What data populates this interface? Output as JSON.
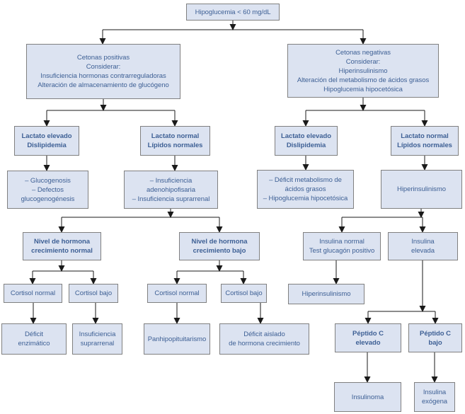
{
  "diagram": {
    "colors": {
      "box_fill": "#dce3f1",
      "box_border": "#808080",
      "text": "#3e6095",
      "line": "#1a1a1a",
      "background": "#ffffff"
    },
    "nodes": [
      {
        "id": "hipoglucemia",
        "label": "Hipoglucemia < 60 mg/dL",
        "bold": false
      },
      {
        "id": "cetonas-positivas",
        "label": "Cetonas positivas\nConsiderar:\nInsuficiencia hormonas contrarreguladoras\nAlteración de almacenamiento de glucógeno",
        "bold": false
      },
      {
        "id": "cetonas-negativas",
        "label": "Cetonas negativas\nConsiderar:\nHiperinsulinismo\nAlteración del metabolismo de ácidos grasos\nHipoglucemia hipocetósica",
        "bold": false
      },
      {
        "id": "lactato-elevado-izq",
        "label": "Lactato elevado\nDislipidemia",
        "bold": true
      },
      {
        "id": "lactato-normal-izq",
        "label": "Lactato normal\nLípidos normales",
        "bold": true
      },
      {
        "id": "lactato-elevado-der",
        "label": "Lactato elevado\nDislipidemia",
        "bold": true
      },
      {
        "id": "lactato-normal-der",
        "label": "Lactato normal\nLípidos normales",
        "bold": true
      },
      {
        "id": "glucogenosis",
        "label": "– Glucogenosis\n– Defectos\nglucogenogénesis",
        "bold": false
      },
      {
        "id": "insuf-adenohipofisaria",
        "label": "– Insuficiencia\nadenohipofisaria\n– Insuficiencia suprarrenal",
        "bold": false
      },
      {
        "id": "deficit-metabolismo",
        "label": "– Déficit metabolismo de\nácidos grasos\n– Hipoglucemia hipocetósica",
        "bold": false
      },
      {
        "id": "hiperinsulinismo-1",
        "label": "Hiperinsulinismo",
        "bold": false
      },
      {
        "id": "hormona-crecimiento-normal",
        "label": "Nivel de hormona\ncrecimiento normal",
        "bold": true
      },
      {
        "id": "hormona-crecimiento-bajo",
        "label": "Nivel de hormona\ncrecimiento bajo",
        "bold": true
      },
      {
        "id": "insulina-normal",
        "label": "Insulina normal\nTest glucagón positivo",
        "bold": false
      },
      {
        "id": "insulina-elevada",
        "label": "Insulina\nelevada",
        "bold": false
      },
      {
        "id": "cortisol-normal-1",
        "label": "Cortisol normal",
        "bold": false
      },
      {
        "id": "cortisol-bajo-1",
        "label": "Cortisol bajo",
        "bold": false
      },
      {
        "id": "cortisol-normal-2",
        "label": "Cortisol normal",
        "bold": false
      },
      {
        "id": "cortisol-bajo-2",
        "label": "Cortisol bajo",
        "bold": false
      },
      {
        "id": "hiperinsulinismo-2",
        "label": "Hiperinsulinismo",
        "bold": false
      },
      {
        "id": "deficit-enzimatico",
        "label": "Déficit\nenzimático",
        "bold": false
      },
      {
        "id": "insuf-suprarrenal",
        "label": "Insuficiencia\nsuprarrenal",
        "bold": false
      },
      {
        "id": "panhipopituitarismo",
        "label": "Panhipopituitarismo",
        "bold": false
      },
      {
        "id": "deficit-aislado",
        "label": "Déficit aislado\nde hormona crecimiento",
        "bold": false
      },
      {
        "id": "peptido-c-elevado",
        "label": "Péptido C\nelevado",
        "bold": true
      },
      {
        "id": "peptido-c-bajo",
        "label": "Péptido C\nbajo",
        "bold": true
      },
      {
        "id": "insulinoma",
        "label": "Insulinoma",
        "bold": false
      },
      {
        "id": "insulina-exogena",
        "label": "Insulina\nexógena",
        "bold": false
      }
    ],
    "edges": [
      {
        "from": "hipoglucemia",
        "to": "cetonas-positivas"
      },
      {
        "from": "hipoglucemia",
        "to": "cetonas-negativas"
      },
      {
        "from": "cetonas-positivas",
        "to": "lactato-elevado-izq"
      },
      {
        "from": "cetonas-positivas",
        "to": "lactato-normal-izq"
      },
      {
        "from": "cetonas-negativas",
        "to": "lactato-elevado-der"
      },
      {
        "from": "cetonas-negativas",
        "to": "lactato-normal-der"
      },
      {
        "from": "lactato-elevado-izq",
        "to": "glucogenosis"
      },
      {
        "from": "lactato-normal-izq",
        "to": "insuf-adenohipofisaria"
      },
      {
        "from": "lactato-elevado-der",
        "to": "deficit-metabolismo"
      },
      {
        "from": "lactato-normal-der",
        "to": "hiperinsulinismo-1"
      },
      {
        "from": "insuf-adenohipofisaria",
        "to": "hormona-crecimiento-normal"
      },
      {
        "from": "insuf-adenohipofisaria",
        "to": "hormona-crecimiento-bajo"
      },
      {
        "from": "hiperinsulinismo-1",
        "to": "insulina-normal"
      },
      {
        "from": "hiperinsulinismo-1",
        "to": "insulina-elevada"
      },
      {
        "from": "hormona-crecimiento-normal",
        "to": "cortisol-normal-1"
      },
      {
        "from": "hormona-crecimiento-normal",
        "to": "cortisol-bajo-1"
      },
      {
        "from": "hormona-crecimiento-bajo",
        "to": "cortisol-normal-2"
      },
      {
        "from": "hormona-crecimiento-bajo",
        "to": "cortisol-bajo-2"
      },
      {
        "from": "insulina-normal",
        "to": "hiperinsulinismo-2"
      },
      {
        "from": "insulina-elevada",
        "to": "peptido-c-elevado"
      },
      {
        "from": "insulina-elevada",
        "to": "peptido-c-bajo"
      },
      {
        "from": "cortisol-normal-1",
        "to": "deficit-enzimatico"
      },
      {
        "from": "cortisol-bajo-1",
        "to": "insuf-suprarrenal"
      },
      {
        "from": "cortisol-normal-2",
        "to": "panhipopituitarismo"
      },
      {
        "from": "cortisol-bajo-2",
        "to": "deficit-aislado"
      },
      {
        "from": "peptido-c-elevado",
        "to": "insulinoma"
      },
      {
        "from": "peptido-c-bajo",
        "to": "insulina-exogena"
      }
    ]
  }
}
